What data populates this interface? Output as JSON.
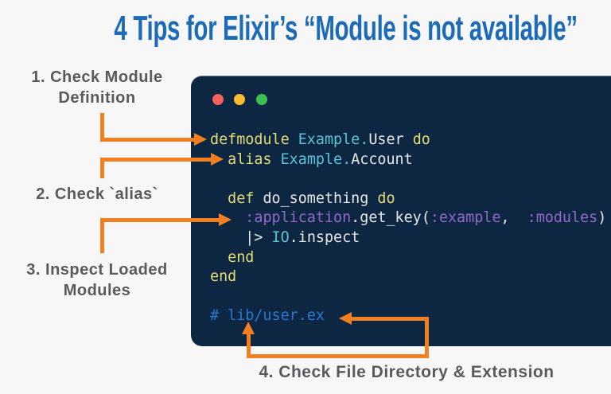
{
  "title": {
    "text": "4 Tips for Elixir’s “Module is not available”",
    "color": "#1c6bb8"
  },
  "labels": {
    "tip1": {
      "line1": "1. Check Module",
      "line2": "Definition"
    },
    "tip2": {
      "line1": "2. Check `alias`"
    },
    "tip3": {
      "line1": "3. Inspect Loaded",
      "line2": "Modules"
    },
    "tip4": {
      "line1": "4. Check File Directory & Extension"
    },
    "color": "#5a5a5c"
  },
  "arrows": {
    "color": "#f28020"
  },
  "window": {
    "background": "#0d2742",
    "traffic_lights": [
      {
        "name": "close",
        "color": "#f5615c"
      },
      {
        "name": "minimize",
        "color": "#f9bc33"
      },
      {
        "name": "zoom",
        "color": "#3ac14f"
      }
    ]
  },
  "code": {
    "token_colors": {
      "kw": "#e3db74",
      "pl": "#e8e8e6",
      "mod": "#5bc4dc",
      "atom": "#9268c8",
      "cm": "#2879d5"
    },
    "lines": [
      [
        [
          "kw",
          "defmodule"
        ],
        [
          "pl",
          " "
        ],
        [
          "mod",
          "Example."
        ],
        [
          "pl",
          "User "
        ],
        [
          "kw",
          "do"
        ]
      ],
      [
        [
          "pl",
          "  "
        ],
        [
          "kw",
          "alias"
        ],
        [
          "pl",
          " "
        ],
        [
          "mod",
          "Example."
        ],
        [
          "pl",
          "Account"
        ]
      ],
      [],
      [
        [
          "pl",
          "  "
        ],
        [
          "kw",
          "def"
        ],
        [
          "pl",
          " do_something "
        ],
        [
          "kw",
          "do"
        ]
      ],
      [
        [
          "pl",
          "    "
        ],
        [
          "atom",
          ":application"
        ],
        [
          "pl",
          ".get_key("
        ],
        [
          "atom",
          ":example"
        ],
        [
          "pl",
          ",  "
        ],
        [
          "atom",
          ":modules"
        ],
        [
          "pl",
          ")"
        ]
      ],
      [
        [
          "pl",
          "    |> "
        ],
        [
          "mod",
          "IO"
        ],
        [
          "pl",
          ".inspect"
        ]
      ],
      [
        [
          "pl",
          "  "
        ],
        [
          "kw",
          "end"
        ]
      ],
      [
        [
          "kw",
          "end"
        ]
      ],
      [],
      [
        [
          "cm",
          "# lib/user.ex"
        ]
      ]
    ]
  }
}
